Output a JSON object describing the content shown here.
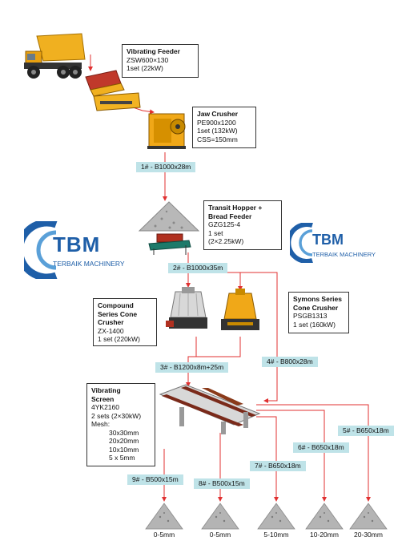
{
  "equipment": {
    "vibrating_feeder": {
      "title": "Vibrating Feeder",
      "model": "ZSW600×130",
      "qty": "1set (22kW)"
    },
    "jaw_crusher": {
      "title": "Jaw Crusher",
      "model": "PE900x1200",
      "qty": "1set (132kW)",
      "extra": "CSS=150mm"
    },
    "transit_hopper": {
      "title_1": "Transit Hopper +",
      "title_2": "Bread Feeder",
      "model": "GZG125-4",
      "qty_1": "1 set",
      "qty_2": "(2×2.25kW)"
    },
    "compound_cone": {
      "title_1": "Compound",
      "title_2": "Series Cone",
      "title_3": "Crusher",
      "model": "ZX-1400",
      "qty": "1 set (220kW)"
    },
    "symons_cone": {
      "title_1": "Symons Series",
      "title_2": "Cone Crusher",
      "model": "PSGB1313",
      "qty": "1 set (160kW)"
    },
    "vibrating_screen": {
      "title_1": "Vibrating",
      "title_2": "Screen",
      "model": "4YK2160",
      "qty": "2 sets (2×30kW)",
      "mesh_label": "Mesh:",
      "mesh": [
        "30x30mm",
        "20x20mm",
        "10x10mm",
        "5 x 5mm"
      ]
    }
  },
  "conveyors": {
    "c1": "1# - B1000x28m",
    "c2": "2# - B1000x35m",
    "c3": "3# - B1200x8m+25m",
    "c4": "4# - B800x28m",
    "c5": "5# - B650x18m",
    "c6": "6# - B650x18m",
    "c7": "7# - B650x18m",
    "c8": "8# - B500x15m",
    "c9": "9# - B500x15m"
  },
  "products": [
    "0-5mm",
    "0-5mm",
    "5-10mm",
    "10-20mm",
    "20-30mm"
  ],
  "logo": {
    "mark": "TBM",
    "name": "TERBAIK MACHINERY"
  },
  "colors": {
    "arrow": "#e03030",
    "conveyor_label": "#bfe3e8",
    "logo_blue": "#1f5fa8",
    "machine_yellow": "#f0b020"
  }
}
